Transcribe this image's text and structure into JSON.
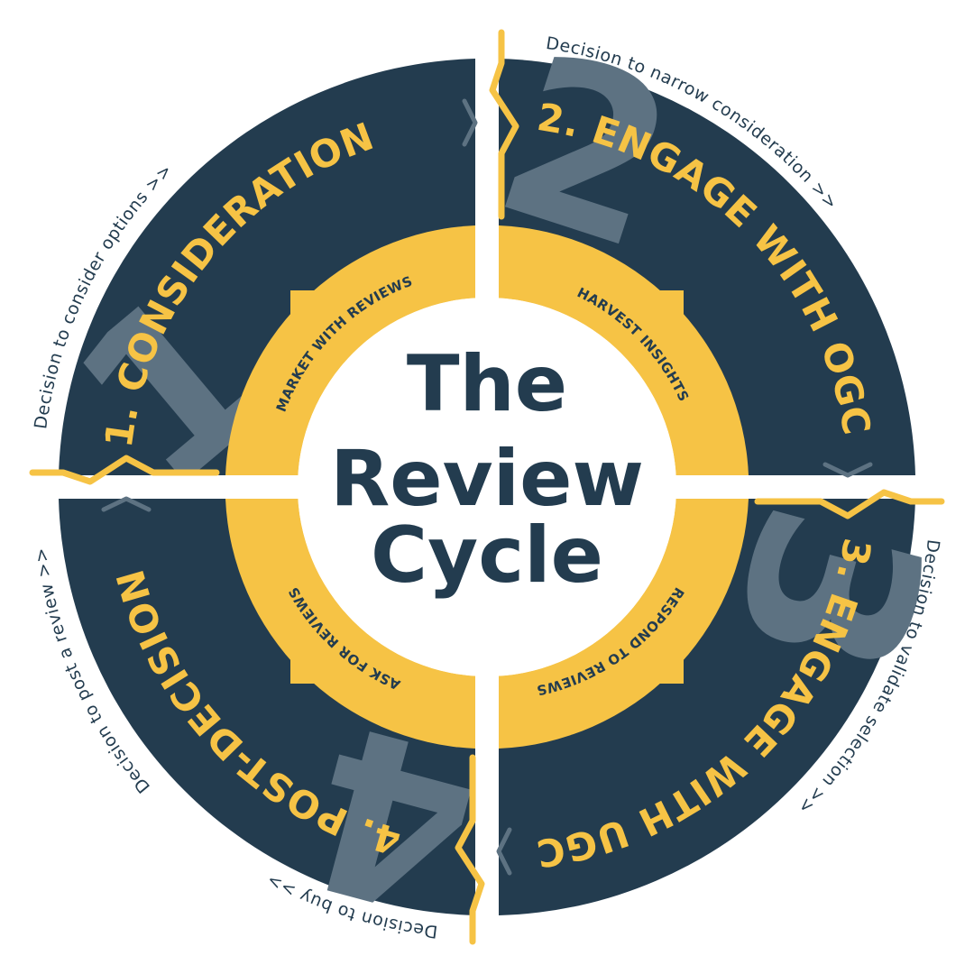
{
  "colors": {
    "navy": "#233c4f",
    "gold": "#f6c345",
    "slate": "#5d7282",
    "white": "#ffffff"
  },
  "center": {
    "line1": "The",
    "line2": "Review",
    "line3": "Cycle"
  },
  "stages": [
    {
      "number": "1",
      "title": "1. CONSIDERATION",
      "action": "MARKET WITH REVIEWS",
      "decision": "Decision to consider options >>"
    },
    {
      "number": "2",
      "title": "2. ENGAGE WITH OGC",
      "action": "HARVEST INSIGHTS",
      "decision": "Decision to narrow consideration >>"
    },
    {
      "number": "3",
      "title": "3. ENGAGE WITH UGC",
      "action": "RESPOND TO REVIEWS",
      "decision": "Decision to validate selection >>"
    },
    {
      "number": "4",
      "title": "4. POST-DECISION",
      "action": "ASK FOR REVIEWS",
      "decision": "Decision to post a review >>"
    }
  ],
  "footer_note": "Decision to buy >>",
  "icons": [
    "chevron-right-icon",
    "chevron-down-icon",
    "chevron-left-icon",
    "chevron-up-icon"
  ]
}
